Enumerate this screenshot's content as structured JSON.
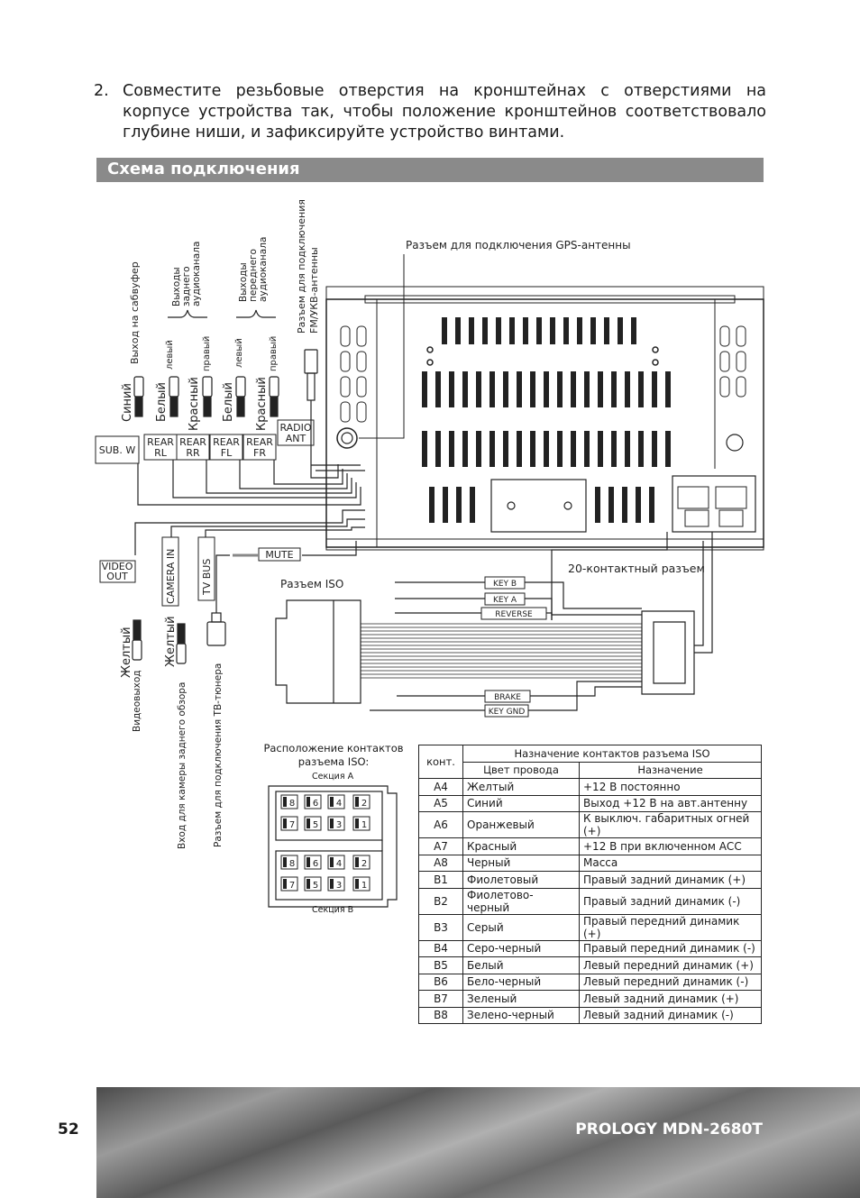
{
  "intro": {
    "number": "2.",
    "text": "Совместите резьбовые отверстия на кронштейнах с отверстиями на корпусе устройства так, чтобы положение кронштейнов соответствовало глубине ниши, и зафиксируйте устройство винтами."
  },
  "section_title": "Схема подключения",
  "diagram": {
    "gps_label": "Разъем для подключения GPS-антенны",
    "fm_label_1": "Разъем для подключения",
    "fm_label_2": "FM/УКВ-антенны",
    "sub_out": "Выход на сабвуфер",
    "rear_out_1": "Выходы",
    "rear_out_2": "заднего",
    "rear_out_3": "аудиоканала",
    "front_out_1": "Выходы",
    "front_out_2": "переднего",
    "front_out_3": "аудиоканала",
    "left": "левый",
    "right": "правый",
    "blue": "Синий",
    "white": "Белый",
    "red": "Красный",
    "yellow": "Желтый",
    "sub_w": "SUB. W",
    "rear_rl_1": "REAR",
    "rear_rl_2": "RL",
    "rear_rr_1": "REAR",
    "rear_rr_2": "RR",
    "rear_fl_1": "REAR",
    "rear_fl_2": "FL",
    "rear_fr_1": "REAR",
    "rear_fr_2": "FR",
    "radio_1": "RADIO",
    "radio_2": "ANT",
    "video_1": "VIDEO",
    "video_2": "OUT",
    "camera_in": "CAMERA IN",
    "tv_bus": "TV BUS",
    "mute": "MUTE",
    "iso_connector": "Разъем ISO",
    "pin20": "20-контактный разъем",
    "key_b": "KEY B",
    "key_a": "KEY A",
    "reverse": "REVERSE",
    "brake": "BRAKE",
    "key_gnd": "KEY GND",
    "video_out_desc": "Видеовыход",
    "camera_desc": "Вход для камеры заднего обзора",
    "tv_desc": "Разъем для подключения ТВ-тюнера"
  },
  "iso_layout": {
    "title_1": "Расположение контактов",
    "title_2": "разъема ISO:",
    "section_a": "Секция А",
    "section_b": "Секция В",
    "pins_top": [
      "8",
      "6",
      "4",
      "2"
    ],
    "pins_bottom": [
      "7",
      "5",
      "3",
      "1"
    ]
  },
  "iso_table": {
    "title": "Назначение контактов разъема ISO",
    "col_pin": "конт.",
    "col_wire": "Цвет провода",
    "col_purpose": "Назначение",
    "rows": [
      {
        "pin": "A4",
        "wire": "Желтый",
        "purpose": "+12 В постоянно"
      },
      {
        "pin": "A5",
        "wire": "Синий",
        "purpose": "Выход +12 В на авт.антенну"
      },
      {
        "pin": "A6",
        "wire": "Оранжевый",
        "purpose": "К выключ. габаритных огней (+)"
      },
      {
        "pin": "A7",
        "wire": "Красный",
        "purpose": "+12 В при включенном АСС"
      },
      {
        "pin": "A8",
        "wire": "Черный",
        "purpose": "Масса"
      },
      {
        "pin": "B1",
        "wire": "Фиолетовый",
        "purpose": "Правый задний динамик (+)"
      },
      {
        "pin": "B2",
        "wire": "Фиолетово-черный",
        "purpose": "Правый задний динамик (-)"
      },
      {
        "pin": "B3",
        "wire": "Серый",
        "purpose": "Правый передний динамик (+)"
      },
      {
        "pin": "B4",
        "wire": "Серо-черный",
        "purpose": "Правый передний динамик (-)"
      },
      {
        "pin": "B5",
        "wire": "Белый",
        "purpose": "Левый передний динамик (+)"
      },
      {
        "pin": "B6",
        "wire": "Бело-черный",
        "purpose": "Левый передний динамик (-)"
      },
      {
        "pin": "B7",
        "wire": "Зеленый",
        "purpose": "Левый задний динамик (+)"
      },
      {
        "pin": "B8",
        "wire": "Зелено-черный",
        "purpose": "Левый задний динамик (-)"
      }
    ]
  },
  "footer": {
    "page_number": "52",
    "brand": "PROLOGY MDN-2680T"
  }
}
